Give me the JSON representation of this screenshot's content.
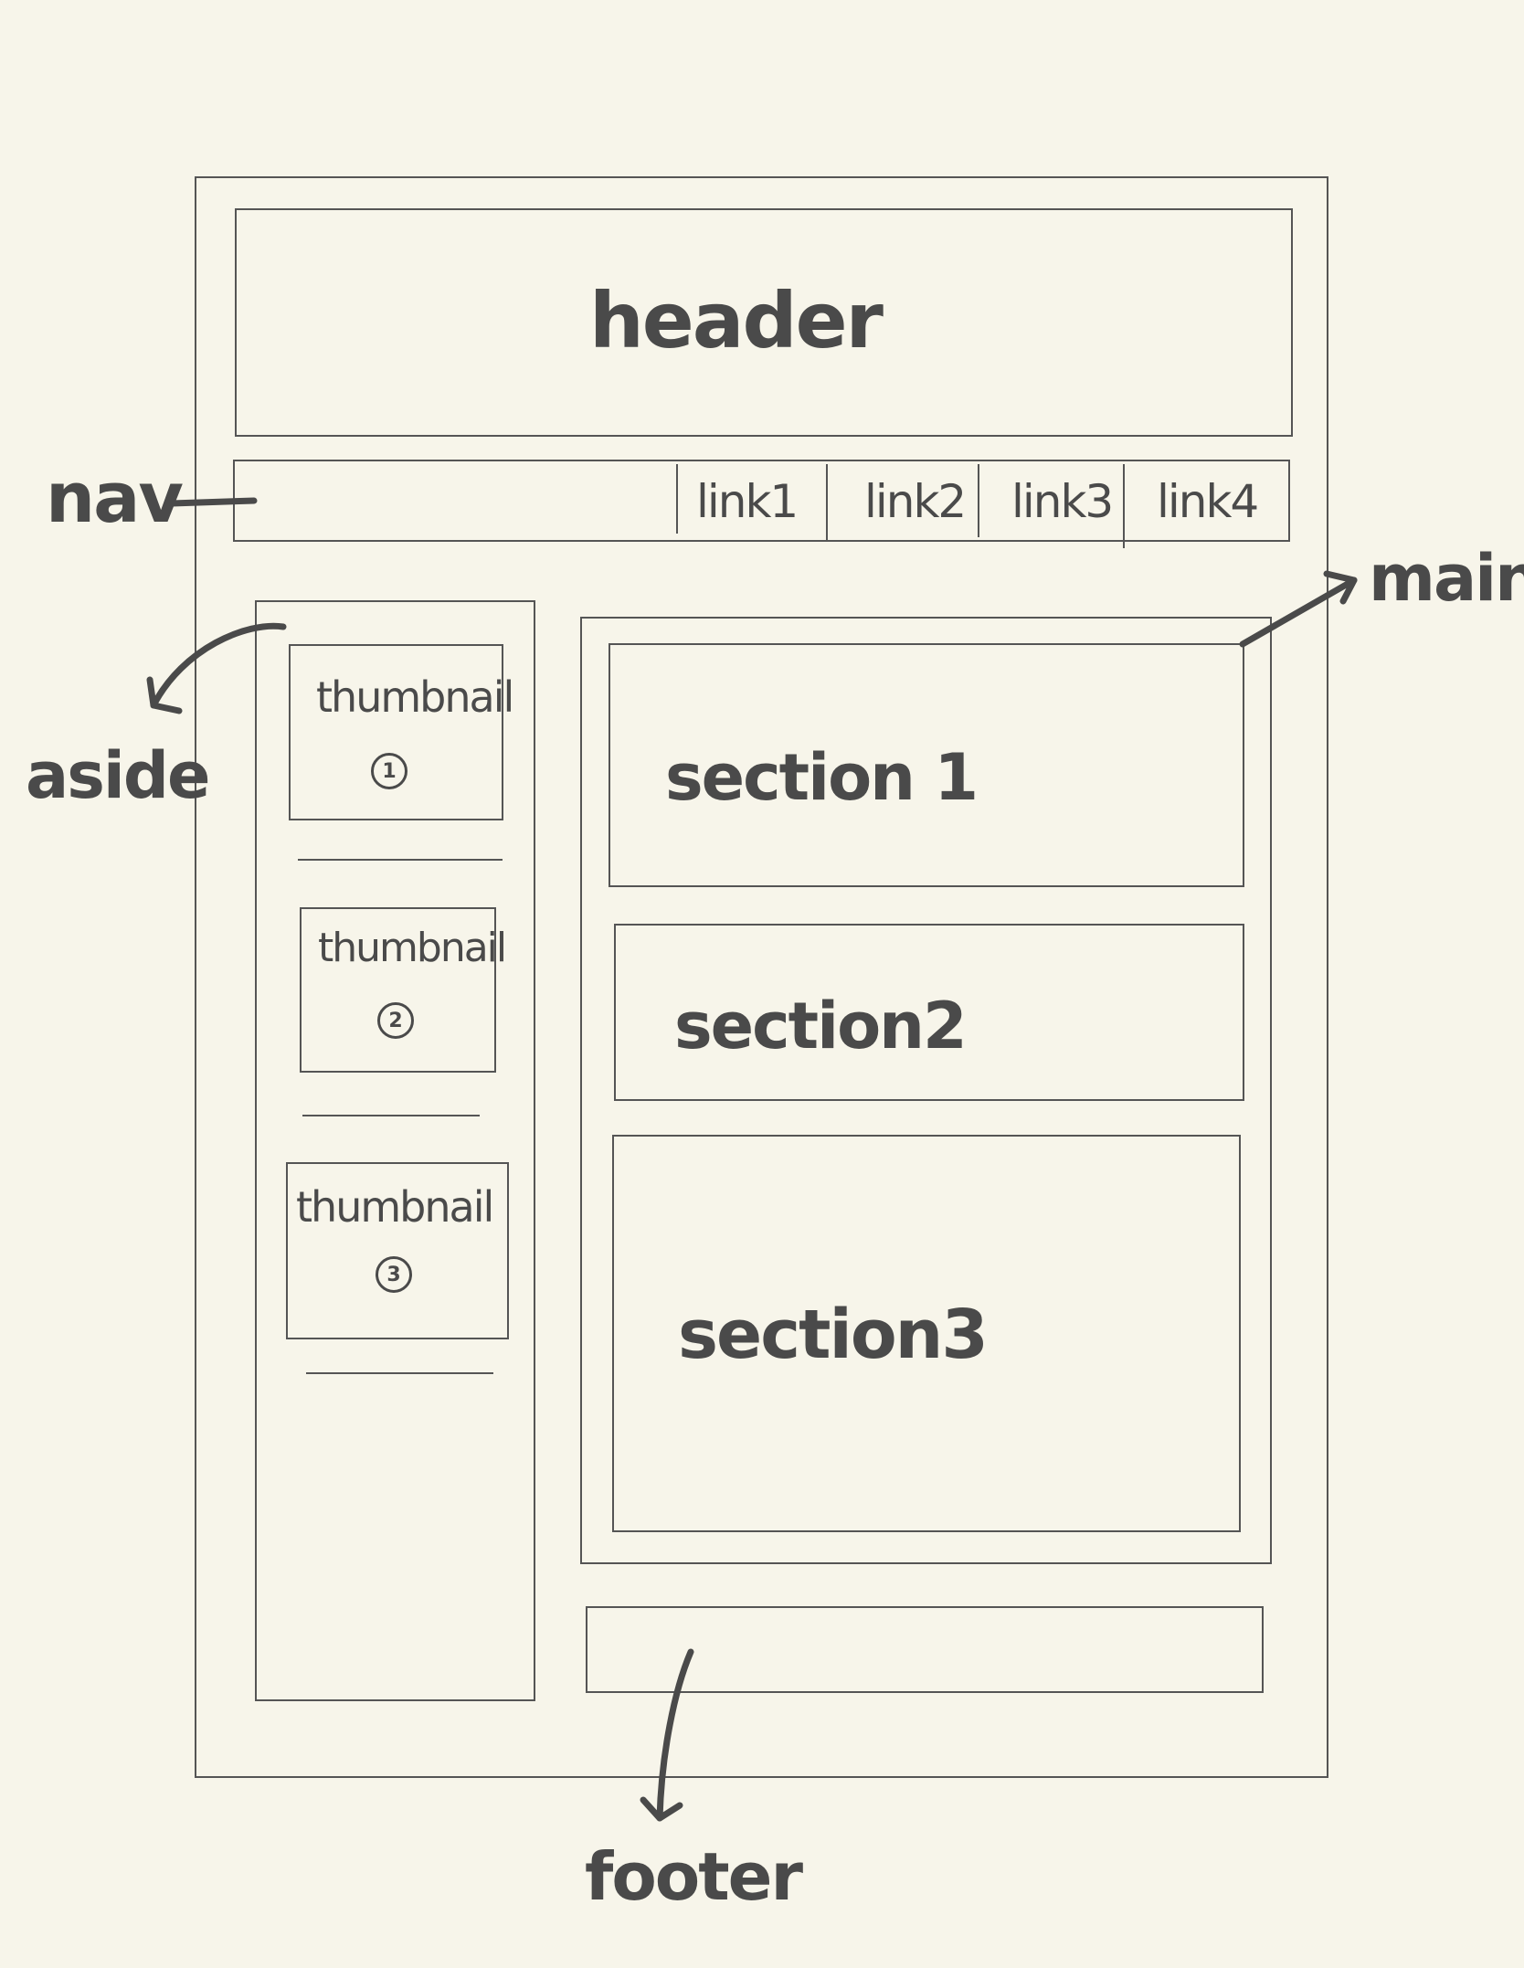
{
  "header": {
    "label": "header"
  },
  "nav": {
    "label": "nav",
    "links": [
      "link1",
      "link2",
      "link3",
      "link4"
    ]
  },
  "aside": {
    "label": "aside",
    "thumbnails": [
      {
        "label": "thumbnail",
        "number": "1"
      },
      {
        "label": "thumbnail",
        "number": "2"
      },
      {
        "label": "thumbnail",
        "number": "3"
      }
    ]
  },
  "main": {
    "label": "main",
    "sections": [
      "section 1",
      "section2",
      "section3"
    ]
  },
  "footer": {
    "label": "footer"
  }
}
